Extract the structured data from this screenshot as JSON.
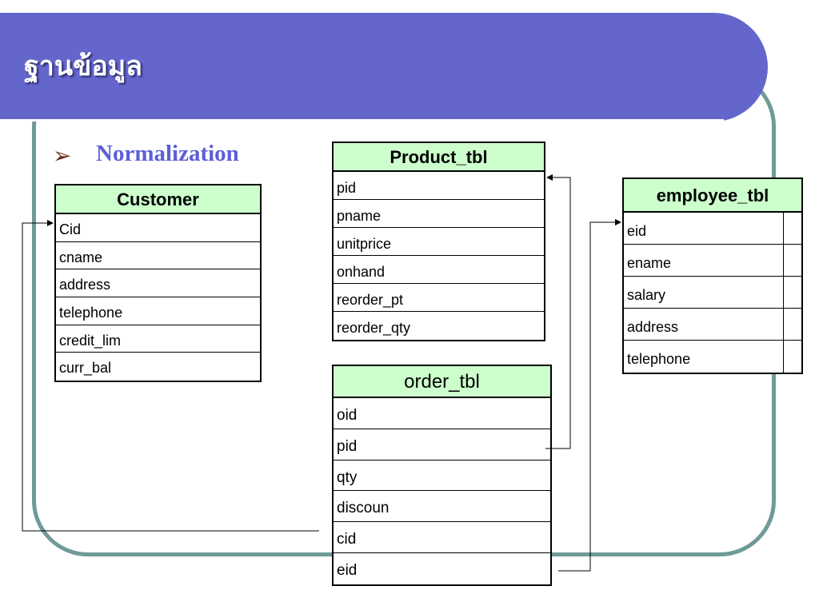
{
  "slide": {
    "title": "ฐานข้อมูล",
    "bullet_icon": "arrow-bullet-icon",
    "subtitle": "Normalization"
  },
  "tables": {
    "customer": {
      "name": "Customer",
      "fields": [
        "Cid",
        "cname",
        "address",
        "telephone",
        "credit_lim",
        "curr_bal"
      ]
    },
    "product": {
      "name": "Product_tbl",
      "fields": [
        "pid",
        "pname",
        "unitprice",
        "onhand",
        "reorder_pt",
        "reorder_qty"
      ]
    },
    "order": {
      "name": "order_tbl",
      "fields": [
        "oid",
        "pid",
        "qty",
        "discoun",
        "cid",
        "eid"
      ]
    },
    "employee": {
      "name": "employee_tbl",
      "fields": [
        "eid",
        "ename",
        "salary",
        "address",
        "telephone"
      ]
    }
  },
  "colors": {
    "title_bar": "#6566cc",
    "frame": "#6f9a97",
    "header_fill": "#ccffcc",
    "subtitle": "#5b5fd6"
  }
}
